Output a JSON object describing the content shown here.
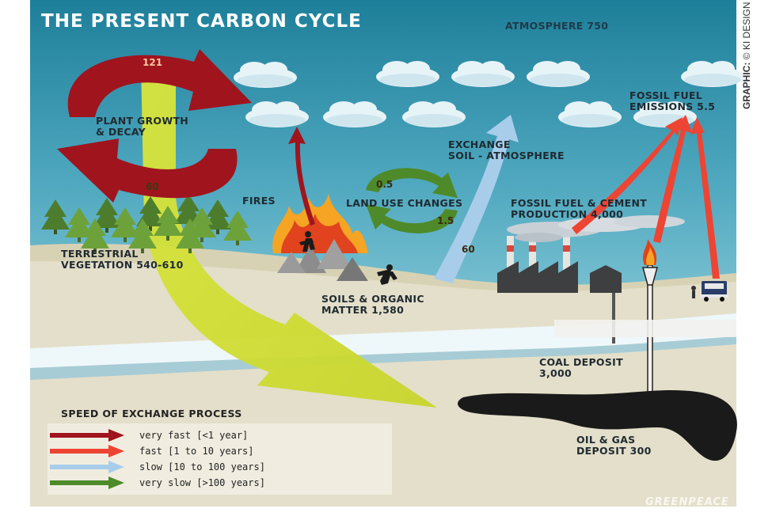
{
  "title": "THE PRESENT CARBON CYCLE",
  "credit": {
    "prefix": "GRAPHIC:",
    "text": "© KI DESIGN"
  },
  "watermark": "GREENPEACE",
  "labels": {
    "atmosphere": "ATMOSPHERE 750",
    "plant_growth": [
      "PLANT GROWTH",
      "& DECAY"
    ],
    "fires": "FIRES",
    "exchange": [
      "EXCHANGE",
      "SOIL - ATMOSPHERE"
    ],
    "fossil_emissions": [
      "FOSSIL FUEL",
      "EMISSIONS 5.5"
    ],
    "land_use": "LAND USE CHANGES",
    "fossil_production": [
      "FOSSIL FUEL & CEMENT",
      "PRODUCTION 4,000"
    ],
    "vegetation": [
      "TERRESTRIAL",
      "VEGETATION 540-610"
    ],
    "soils": [
      "SOILS & ORGANIC",
      "MATTER 1,580"
    ],
    "coal": [
      "COAL DEPOSIT",
      "3,000"
    ],
    "oil_gas": [
      "OIL & GAS",
      "DEPOSIT 300"
    ]
  },
  "flows": {
    "plant_uptake": "121",
    "plant_release": "60",
    "land_use_a": "0.5",
    "land_use_b": "1.5",
    "exchange_up": "60"
  },
  "legend": {
    "title": "SPEED OF EXCHANGE PROCESS",
    "items": [
      {
        "label": "very fast [<1 year]",
        "color": "#a0141e"
      },
      {
        "label": "fast [1 to 10 years]",
        "color": "#ee4433"
      },
      {
        "label": "slow [10 to 100 years]",
        "color": "#a8cdea"
      },
      {
        "label": "very slow [>100 years]",
        "color": "#4e8a2a"
      }
    ]
  },
  "colors": {
    "sky_top": "#1e7f9a",
    "sky_bottom": "#79c3d3",
    "ground": "#e2ddc6",
    "stream": "#c9e6ee",
    "yellow_arrow": "#d5e23a",
    "tree": "#6da23a",
    "oil": "#1a1a1a"
  }
}
